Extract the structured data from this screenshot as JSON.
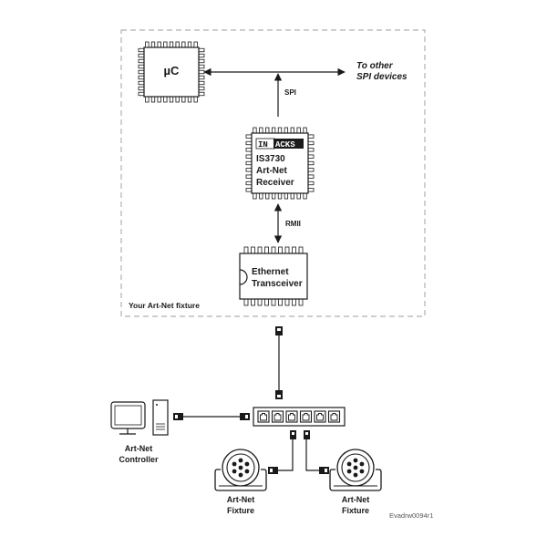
{
  "fixture_box": {
    "label": "Your Art-Net fixture"
  },
  "microcontroller": {
    "label": "µC"
  },
  "spi_bus": {
    "label": "SPI",
    "destination_line1": "To other",
    "destination_line2": "SPI devices"
  },
  "receiver_chip": {
    "brand_left": "IN",
    "brand_right": "ACKS",
    "line1": "IS3730",
    "line2": "Art-Net",
    "line3": "Receiver"
  },
  "rmii_link": {
    "label": "RMII"
  },
  "ethernet_chip": {
    "line1": "Ethernet",
    "line2": "Transceiver"
  },
  "switch": {
    "port_count": 6
  },
  "controller": {
    "line1": "Art-Net",
    "line2": "Controller"
  },
  "fixtures": [
    {
      "line1": "Art-Net",
      "line2": "Fixture"
    },
    {
      "line1": "Art-Net",
      "line2": "Fixture"
    }
  ],
  "drawing_id": "Evadrw0094r1",
  "colors": {
    "stroke": "#1a1a1a",
    "dashed_border": "#b0b0b0",
    "brand_bg": "#1a1a1a",
    "brand_fg": "#ffffff"
  }
}
